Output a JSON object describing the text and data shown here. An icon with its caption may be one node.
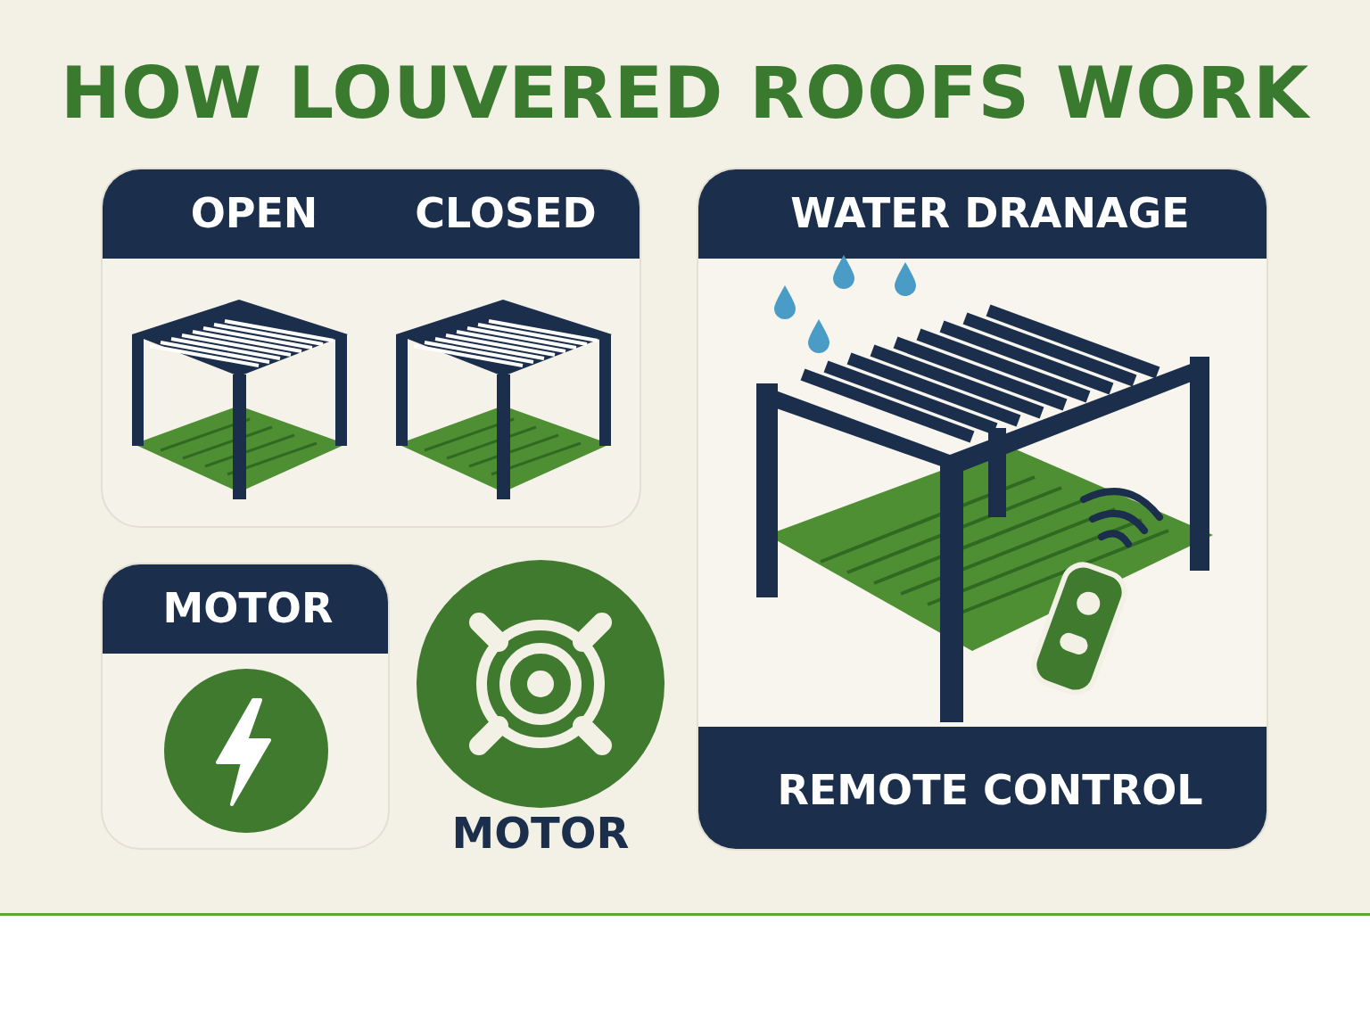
{
  "diagram": {
    "title": "HOW LOUVERED ROOFS WORK",
    "nodes": [
      {
        "text": [
          "OPEN",
          "CLOSED"
        ]
      },
      {
        "text": [
          "MOTOR"
        ]
      },
      {
        "text": [
          "WATER DRANAGE",
          "REMOTE CONTROL"
        ]
      }
    ],
    "labels": [
      "MOTOR"
    ]
  }
}
